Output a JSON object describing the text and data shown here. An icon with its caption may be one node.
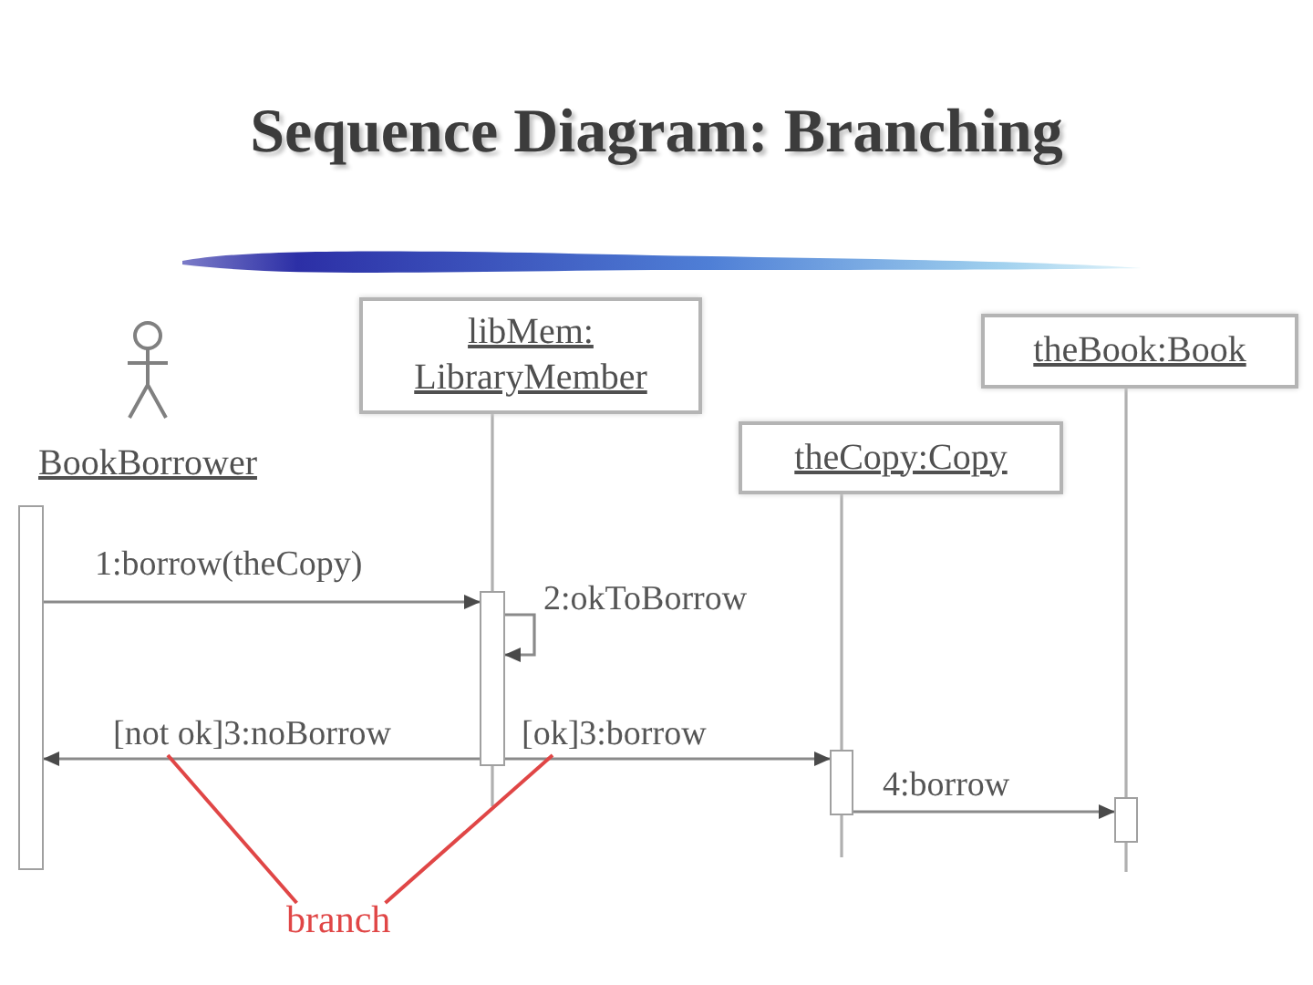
{
  "diagram": {
    "title": "Sequence Diagram: Branching",
    "nodes": [
      {
        "text": [
          "BookBorrower"
        ]
      },
      {
        "text": [
          "libMem: LibraryMember"
        ]
      },
      {
        "text": [
          "theCopy:Copy"
        ]
      },
      {
        "text": [
          "theBook:Book"
        ]
      },
      {
        "text": [],
        "shape": "bar"
      },
      {
        "text": [],
        "shape": "bar"
      },
      {
        "text": [],
        "shape": "bar"
      },
      {
        "text": [],
        "shape": "bar"
      },
      {
        "text": [
          "branch"
        ]
      }
    ],
    "edges": [
      {
        "from": 1,
        "to": 5,
        "arrow": "none"
      },
      {
        "from": 2,
        "to": 6,
        "arrow": "none"
      },
      {
        "from": 3,
        "to": 7,
        "arrow": "none"
      },
      {
        "from": 4,
        "to": 5,
        "arrow": "to",
        "label": "1:borrow(theCopy)"
      },
      {
        "from": 5,
        "to": 5,
        "arrow": "to",
        "label": "2:okToBorrow"
      },
      {
        "from": 5,
        "to": 4,
        "arrow": "to",
        "label": "[not ok]3:noBorrow"
      },
      {
        "from": 5,
        "to": 6,
        "arrow": "to",
        "label": "[ok]3:borrow"
      },
      {
        "from": 6,
        "to": 7,
        "arrow": "to",
        "label": "4:borrow"
      },
      {
        "from": 8,
        "to": null,
        "arrow": "none",
        "color": "#e04646"
      },
      {
        "from": 8,
        "to": null,
        "arrow": "none",
        "color": "#e04646"
      }
    ]
  }
}
